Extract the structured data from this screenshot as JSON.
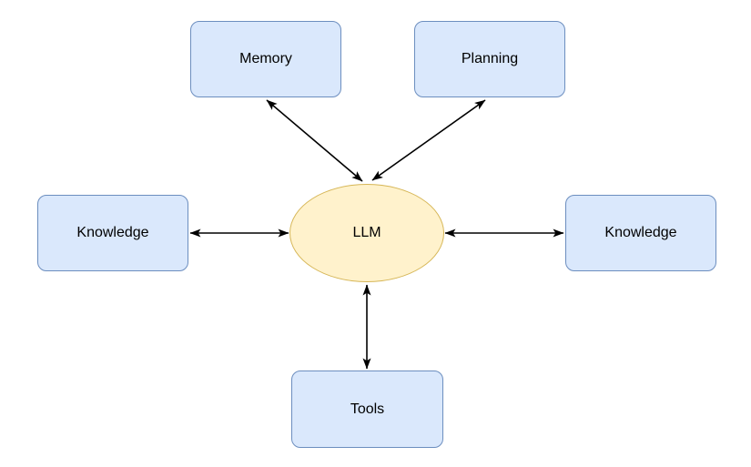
{
  "nodes": {
    "llm": {
      "label": "LLM"
    },
    "memory": {
      "label": "Memory"
    },
    "planning": {
      "label": "Planning"
    },
    "knowledge_left": {
      "label": "Knowledge"
    },
    "knowledge_right": {
      "label": "Knowledge"
    },
    "tools": {
      "label": "Tools"
    }
  },
  "edges": [
    {
      "from": "Memory",
      "to": "LLM",
      "bidirectional": true
    },
    {
      "from": "Planning",
      "to": "LLM",
      "bidirectional": true
    },
    {
      "from": "Knowledge (left)",
      "to": "LLM",
      "bidirectional": true
    },
    {
      "from": "Knowledge (right)",
      "to": "LLM",
      "bidirectional": true
    },
    {
      "from": "Tools",
      "to": "LLM",
      "bidirectional": true
    }
  ],
  "colors": {
    "background": "#ffffff",
    "node_fill": "#dae8fc",
    "node_border": "#6c8ebf",
    "center_fill": "#fff2cc",
    "center_border": "#d6b656",
    "arrow": "#000000",
    "text": "#000000"
  }
}
